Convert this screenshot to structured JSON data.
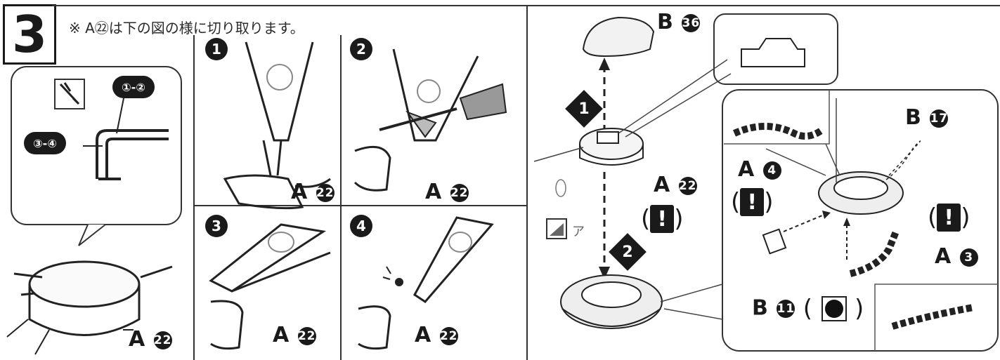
{
  "step": {
    "number": "3",
    "note": "※ A㉒は下の図の様に切り取ります。"
  },
  "cut_detail": {
    "marker_1_2": "①-②",
    "marker_3_4": "③-④",
    "part_label": "A",
    "part_num": "22"
  },
  "substeps": [
    {
      "num": "1",
      "part_label": "A",
      "part_num": "22"
    },
    {
      "num": "2",
      "part_label": "A",
      "part_num": "22"
    },
    {
      "num": "3",
      "part_label": "A",
      "part_num": "22"
    },
    {
      "num": "4",
      "part_label": "A",
      "part_num": "22"
    }
  ],
  "assembly": {
    "step1": "1",
    "step2": "2",
    "top_part": {
      "label": "B",
      "num": "36"
    },
    "center_part": {
      "label": "A",
      "num": "22",
      "warning": "!"
    },
    "sticker_label": "ア",
    "detail": {
      "b17": {
        "label": "B",
        "num": "17"
      },
      "a4": {
        "label": "A",
        "num": "4",
        "warning": "!"
      },
      "a3": {
        "label": "A",
        "num": "3",
        "warning": "!"
      },
      "b11": {
        "label": "B",
        "num": "11"
      }
    }
  }
}
